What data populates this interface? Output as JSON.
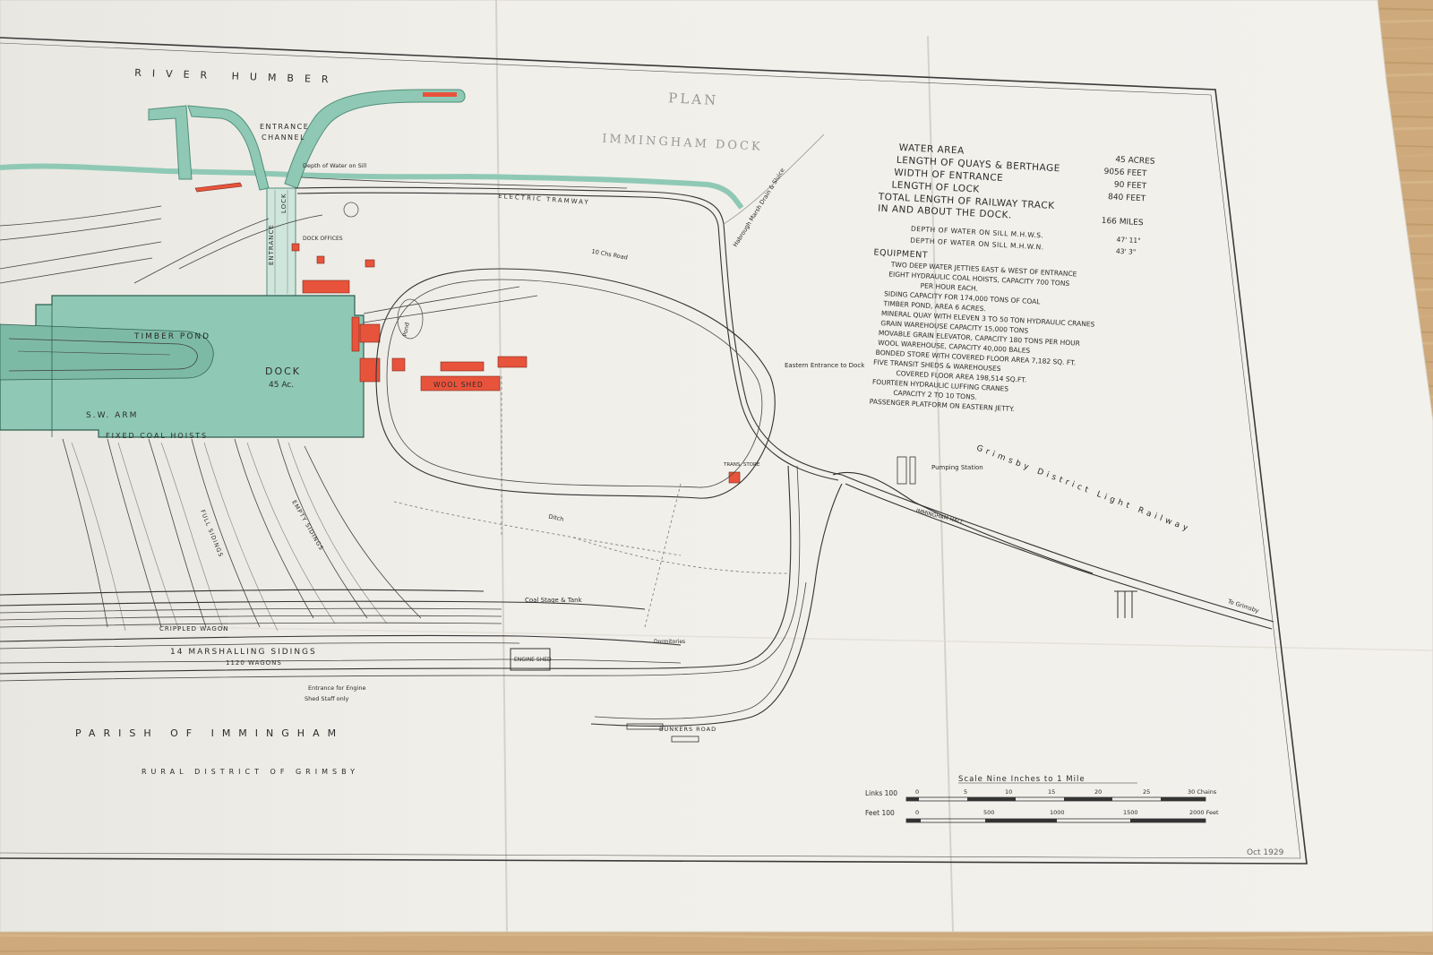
{
  "map": {
    "river_label": "RIVER HUMBER",
    "title_top": "PLAN",
    "title_sub": "IMMINGHAM DOCK",
    "dock_name": "DOCK",
    "dock_area": "45 Ac.",
    "timber_pond": "TIMBER POND",
    "sw_arm": "S.W. ARM",
    "fixed_coal_hoists": "FIXED COAL HOISTS",
    "entrance_channel_1": "ENTRANCE",
    "entrance_channel_2": "CHANNEL",
    "entrance_vertical": "ENTRANCE",
    "lock_vertical": "LOCK",
    "depth_on_sill": "Depth of Water on Sill",
    "electric_tramway": "ELECTRIC TRAMWAY",
    "habrough_drain": "Habrough Marsh Drain & Sluice",
    "wool_shed": "WOOL SHED",
    "eastern_entrance": "Eastern Entrance to Dock",
    "pumping_station": "Pumping Station",
    "grimsby_railway": "Grimsby District Light Railway",
    "immingham_halt": "IMMINGHAM HALT",
    "to_grimsby": "To Grimsby",
    "coal_stage": "Coal Stage & Tank",
    "crippled_wagon": "CRIPPLED WAGON",
    "marshalling_sidings": "14 MARSHALLING SIDINGS",
    "marshalling_cap": "1120 WAGONS",
    "dormitories": "Dormitories",
    "engine_shed": "ENGINE SHED",
    "entrance_engine": "Entrance for Engine",
    "shed_staff": "Shed Staff only",
    "pond": "Pond",
    "ditch": "Ditch",
    "ten_chs_road": "10 Chs Road",
    "parish_line": "PARISH OF IMMINGHAM",
    "district_line": "RURAL DISTRICT OF GRIMSBY",
    "full_sidings_label": "FULL SIDINGS",
    "empty_sidings_label": "EMPTY SIDINGS",
    "dock_offices": "DOCK OFFICES",
    "transit_store": "TRANS. STORE",
    "bunkers_road": "BUNKERS ROAD"
  },
  "stats": [
    {
      "label": "WATER AREA",
      "value": "45 ACRES"
    },
    {
      "label": "LENGTH OF QUAYS & BERTHAGE",
      "value": "9056 FEET"
    },
    {
      "label": "WIDTH OF ENTRANCE",
      "value": "90 FEET"
    },
    {
      "label": "LENGTH OF LOCK",
      "value": "840 FEET"
    },
    {
      "label": "TOTAL LENGTH OF RAILWAY TRACK",
      "value": ""
    },
    {
      "label": "IN AND ABOUT THE DOCK.",
      "value": "166 MILES"
    }
  ],
  "depths": [
    {
      "label": "DEPTH OF WATER ON SILL M.H.W.S.",
      "value": "47' 11\""
    },
    {
      "label": "DEPTH OF WATER ON SILL M.H.W.N.",
      "value": "43' 3\""
    }
  ],
  "equipment_heading": "EQUIPMENT",
  "equipment": [
    "TWO DEEP WATER JETTIES EAST & WEST OF ENTRANCE",
    "EIGHT HYDRAULIC COAL HOISTS, CAPACITY 700 TONS",
    "PER HOUR EACH.",
    "SIDING CAPACITY FOR 174,000 TONS OF COAL",
    "TIMBER POND, AREA 6 ACRES.",
    "MINERAL QUAY WITH ELEVEN 3 TO 50 TON HYDRAULIC CRANES",
    "GRAIN WAREHOUSE CAPACITY 15,000 TONS",
    "MOVABLE GRAIN ELEVATOR, CAPACITY 180 TONS PER HOUR",
    "WOOL WAREHOUSE, CAPACITY 40,000 BALES",
    "BONDED STORE WITH COVERED FLOOR AREA 7,182 SQ. FT.",
    "FIVE TRANSIT SHEDS & WAREHOUSES",
    "COVERED FLOOR AREA 198,514 SQ.FT.",
    "FOURTEEN HYDRAULIC LUFFING CRANES",
    "CAPACITY 2 TO 10 TONS.",
    "PASSENGER PLATFORM ON EASTERN JETTY."
  ],
  "scale": {
    "title": "Scale Nine Inches to 1 Mile",
    "links_label": "Links 100",
    "links_ticks": [
      "0",
      "5",
      "10",
      "15",
      "20",
      "25",
      "30 Chains"
    ],
    "feet_label": "Feet 100",
    "feet_ticks": [
      "0",
      "500",
      "1000",
      "1500",
      "2000 Feet"
    ]
  },
  "date_note": "Oct 1929",
  "colors": {
    "water": "#8fc9b6",
    "building": "#e8533b",
    "paper": "#f1efea",
    "wood": "#c9a77b"
  }
}
